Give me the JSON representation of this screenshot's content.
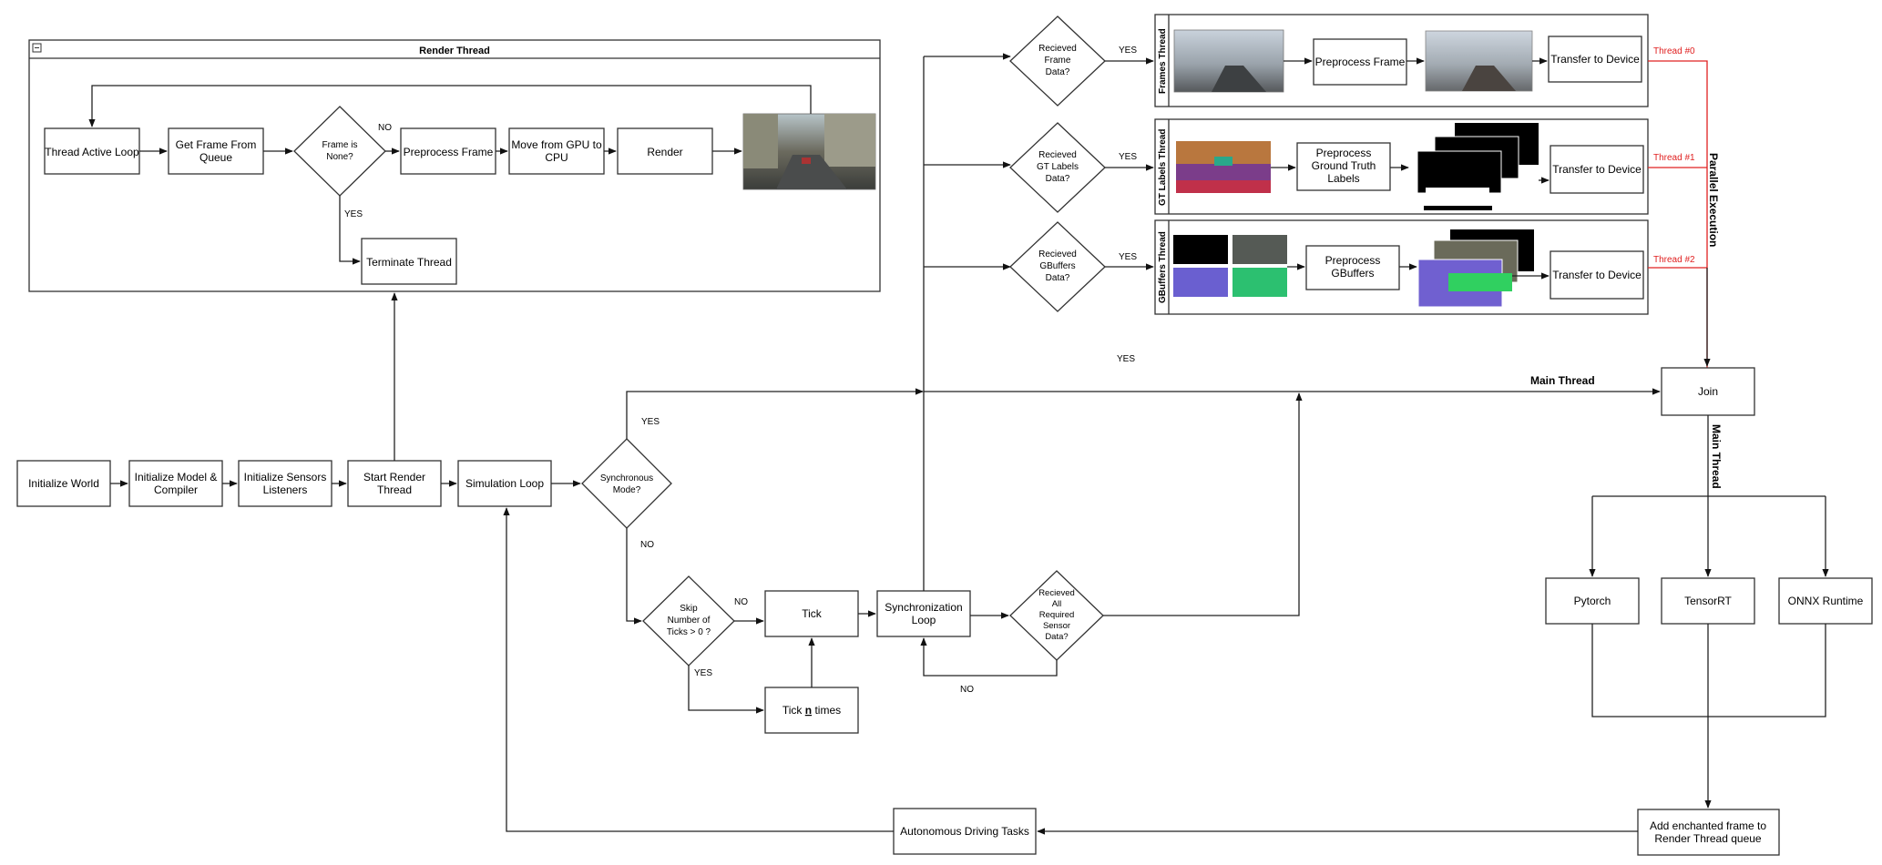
{
  "render_thread": {
    "title": "Render Thread",
    "thread_active_loop": "Thread Active Loop",
    "get_frame": [
      "Get Frame From",
      "Queue"
    ],
    "frame_is_none": [
      "Frame is",
      "None?"
    ],
    "preprocess_frame": "Preprocess Frame",
    "move_gpu_cpu": [
      "Move from GPU to",
      "CPU"
    ],
    "render": "Render",
    "terminate_thread": "Terminate Thread",
    "no": "NO",
    "yes": "YES"
  },
  "main_flow": {
    "initialize_world": "Initialize World",
    "initialize_model": [
      "Initialize Model &",
      "Compiler"
    ],
    "initialize_sensors": [
      "Initialize Sensors",
      "Listeners"
    ],
    "start_render_thread": [
      "Start Render",
      "Thread"
    ],
    "simulation_loop": "Simulation Loop",
    "synchronous_mode": [
      "Synchronous",
      "Mode?"
    ],
    "skip_ticks": [
      "Skip",
      "Number of",
      "Ticks > 0 ?"
    ],
    "tick": "Tick",
    "tick_n_times": [
      "Tick ",
      "n",
      " times"
    ],
    "synchronization_loop": [
      "Synchronization",
      "Loop"
    ],
    "received_all": [
      "Recieved",
      "All",
      "Required",
      "Sensor",
      "Data?"
    ],
    "autonomous_tasks": "Autonomous Driving Tasks",
    "labels": {
      "yes": "YES",
      "no": "NO"
    }
  },
  "parallel_threads": {
    "frames_thread": {
      "title": "Frames Thread",
      "decision": [
        "Recieved",
        "Frame",
        "Data?"
      ],
      "preprocess": "Preprocess Frame",
      "transfer": "Transfer to Device",
      "thread_id": "Thread #0"
    },
    "gt_labels_thread": {
      "title": "GT Labels Thread",
      "decision": [
        "Recieved",
        "GT Labels",
        "Data?"
      ],
      "preprocess": [
        "Preprocess",
        "Ground Truth",
        "Labels"
      ],
      "transfer": "Transfer to Device",
      "thread_id": "Thread #1"
    },
    "gbuffers_thread": {
      "title": "GBuffers Thread",
      "decision": [
        "Recieved",
        "GBuffers",
        "Data?"
      ],
      "preprocess": [
        "Preprocess",
        "GBuffers"
      ],
      "transfer": "Transfer to Device",
      "thread_id": "Thread #2"
    },
    "yes": "YES",
    "parallel_execution": "Parallel Execution"
  },
  "main_thread": {
    "label": "Main Thread",
    "vertical_label": "Main Thread",
    "join": "Join",
    "pytorch": "Pytorch",
    "tensorrt": "TensorRT",
    "onnx": "ONNX Runtime",
    "add_frame": [
      "Add enchanted frame to",
      "Render Thread queue"
    ],
    "yes": "YES"
  }
}
